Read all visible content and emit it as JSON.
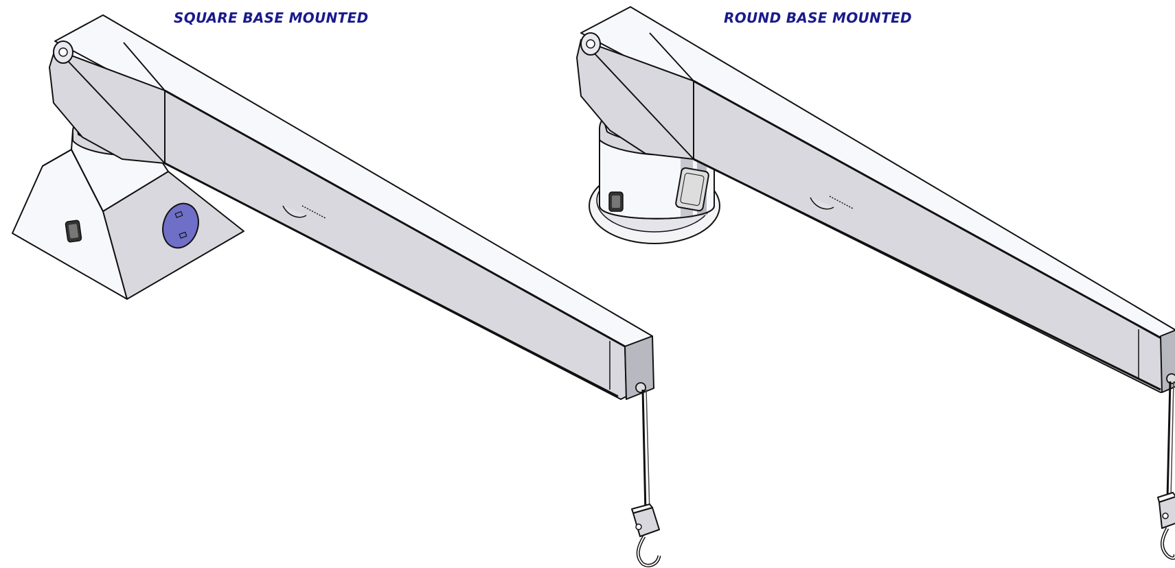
{
  "labels": {
    "left": "SQUARE BASE MOUNTED",
    "right": "ROUND BASE MOUNTED"
  },
  "colors": {
    "label_text": "#1a1a8c",
    "outline": "#111111",
    "body_light": "#f7f8fb",
    "body_shade": "#d8d8de",
    "body_dark": "#b8b8c0",
    "accent_plate": "#6f6fc8"
  },
  "views": [
    {
      "name": "square-base",
      "base": "square"
    },
    {
      "name": "round-base",
      "base": "round"
    }
  ]
}
